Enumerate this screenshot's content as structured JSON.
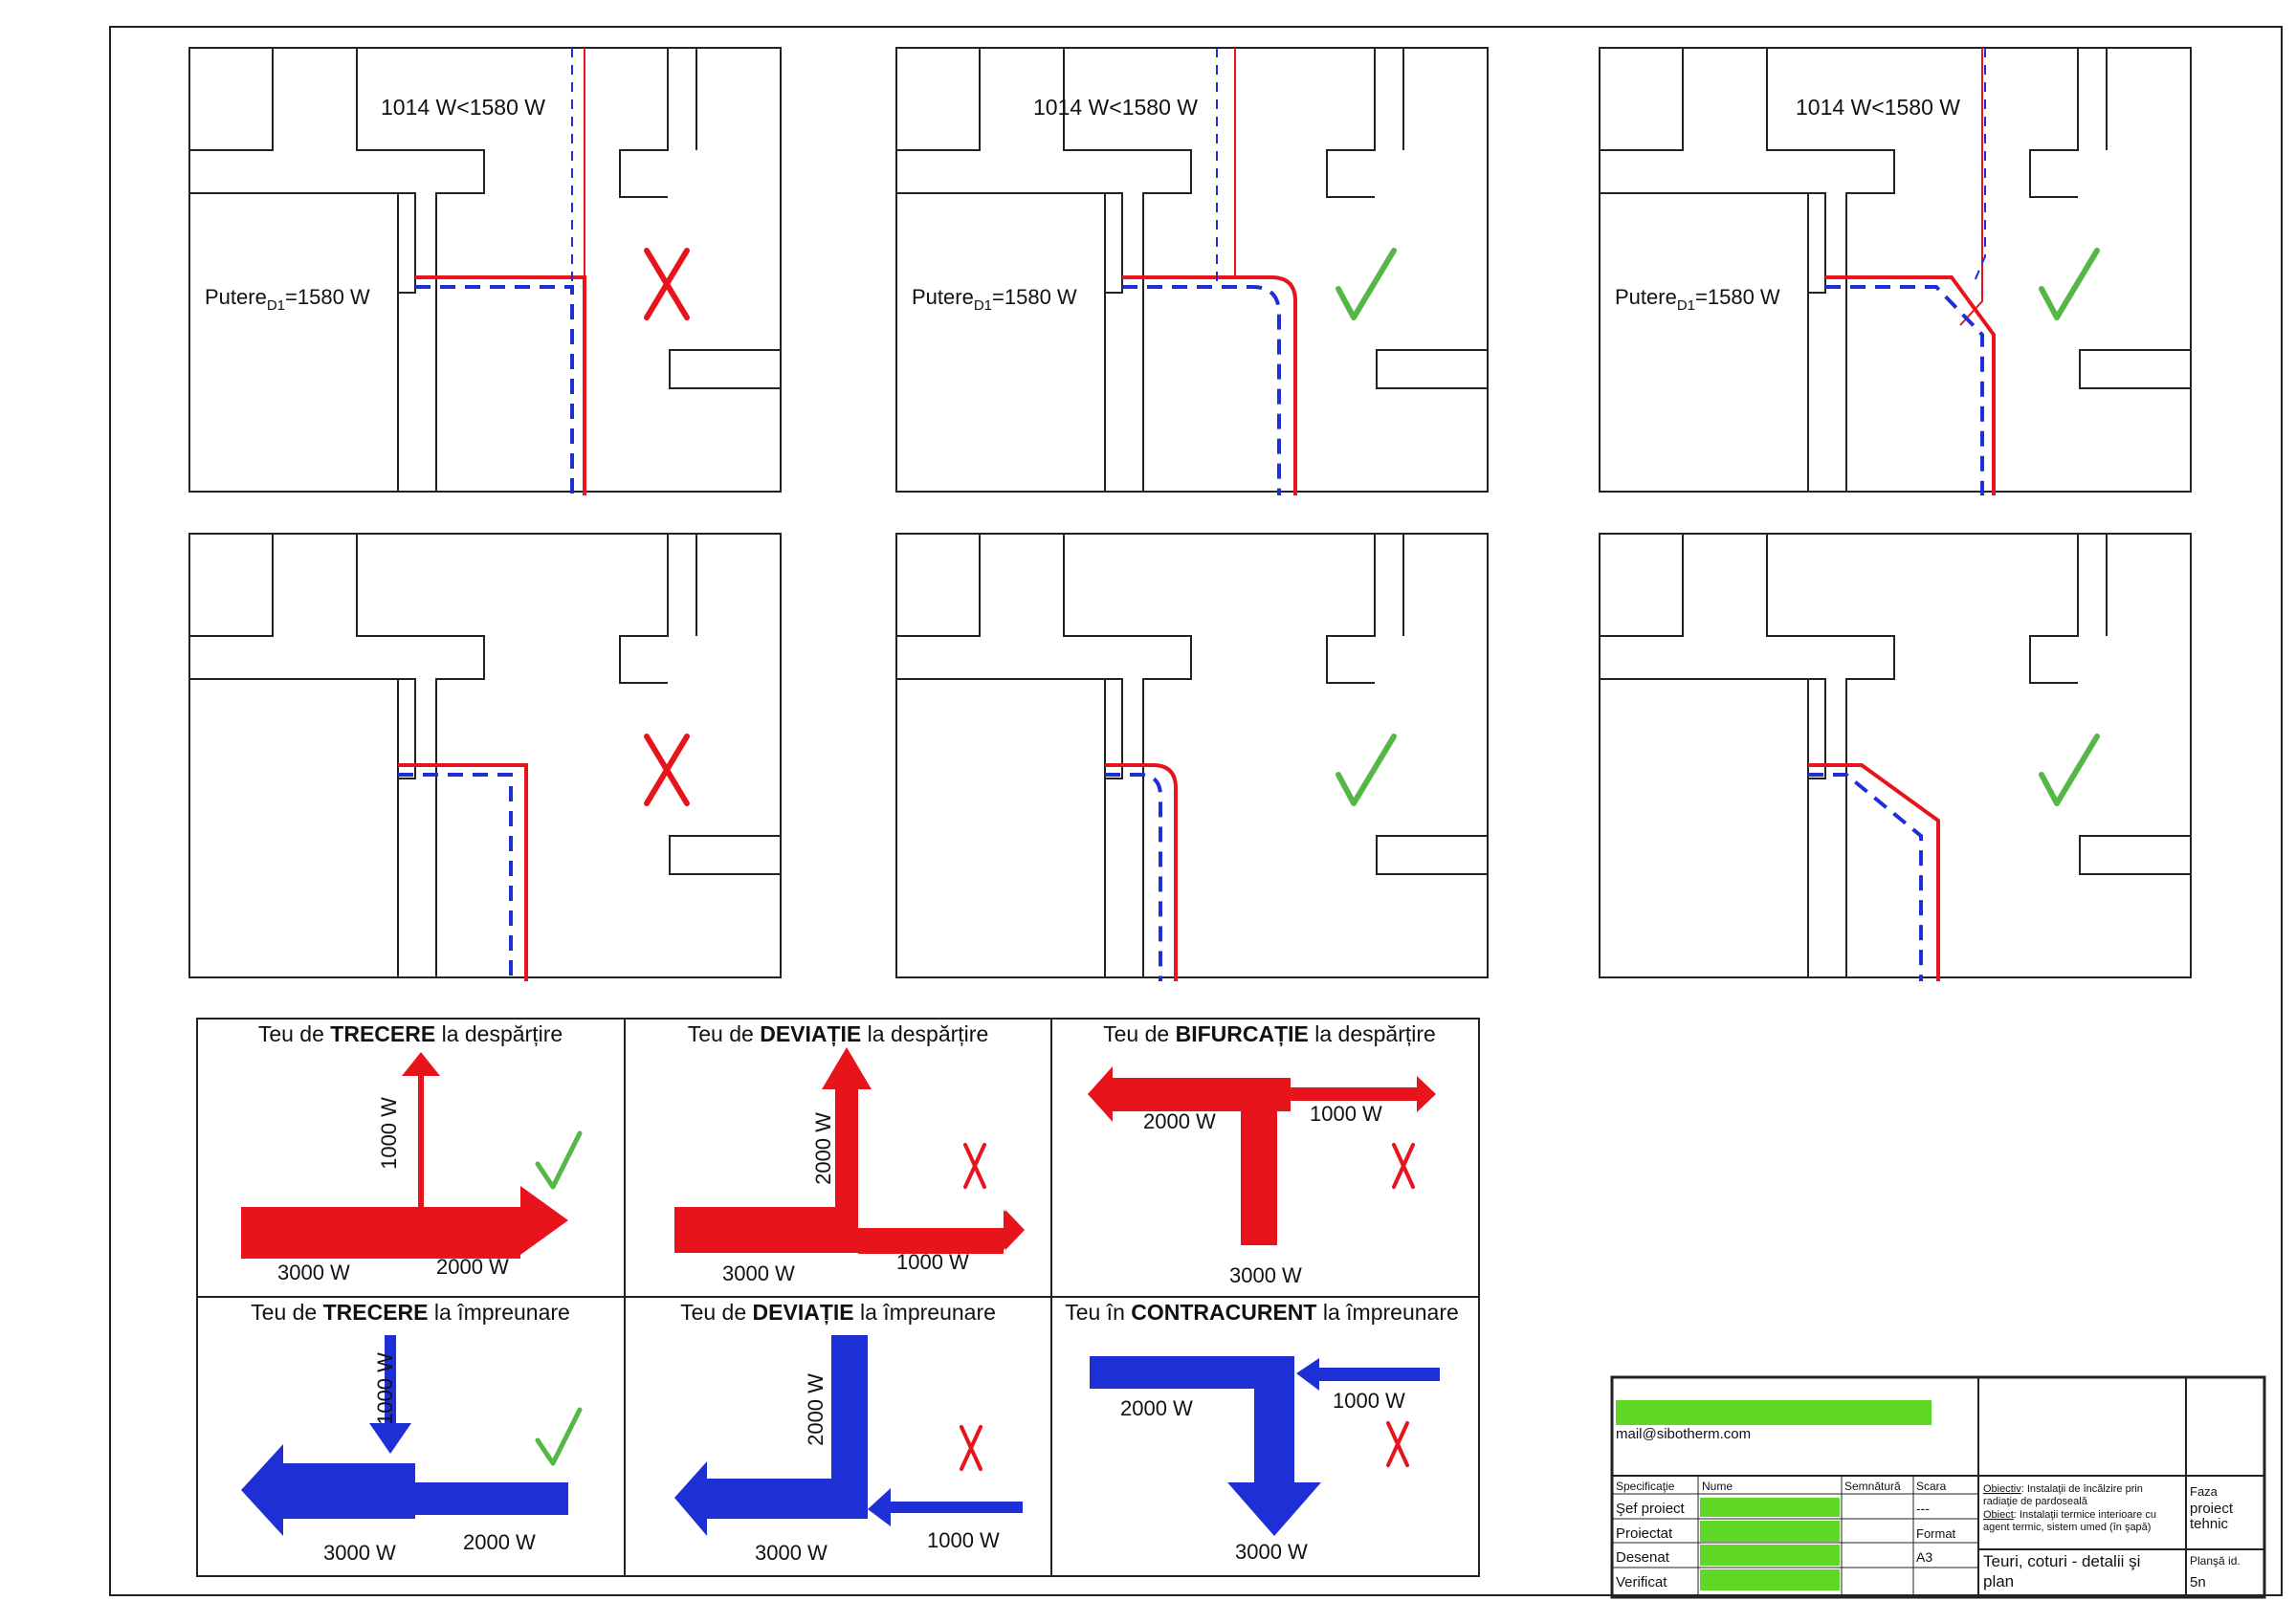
{
  "colors": {
    "supply": "#e8141b",
    "return": "#1f2fd6",
    "check": "#55b846",
    "cross": "#e8141b",
    "redacted": "#5fd825",
    "line": "#222222"
  },
  "plans": [
    {
      "power_label": "1014 W<1580 W",
      "putere_base": "Putere",
      "putere_sub": "D1",
      "putere_value": "=1580 W",
      "mark": "cross"
    },
    {
      "power_label": "1014 W<1580 W",
      "putere_base": "Putere",
      "putere_sub": "D1",
      "putere_value": "=1580 W",
      "mark": "check"
    },
    {
      "power_label": "1014 W<1580 W",
      "putere_base": "Putere",
      "putere_sub": "D1",
      "putere_value": "=1580 W",
      "mark": "check"
    },
    {
      "mark": "cross"
    },
    {
      "mark": "check"
    },
    {
      "mark": "check"
    }
  ],
  "tees": [
    {
      "title_pre": "Teu de ",
      "title_bold": "TRECERE",
      "title_post": " la despărțire",
      "labels": [
        "1000 W",
        "3000 W",
        "2000 W"
      ],
      "mark": "check"
    },
    {
      "title_pre": "Teu de ",
      "title_bold": "DEVIAȚIE",
      "title_post": " la despărțire",
      "labels": [
        "2000 W",
        "3000 W",
        "1000 W"
      ],
      "mark": "cross"
    },
    {
      "title_pre": "Teu de ",
      "title_bold": "BIFURCAȚIE",
      "title_post": " la despărțire",
      "labels": [
        "2000 W",
        "1000 W",
        "3000 W"
      ],
      "mark": "cross"
    },
    {
      "title_pre": "Teu de ",
      "title_bold": "TRECERE",
      "title_post": " la împreunare",
      "labels": [
        "1000 W",
        "3000 W",
        "2000 W"
      ],
      "mark": "check"
    },
    {
      "title_pre": "Teu de ",
      "title_bold": "DEVIAȚIE",
      "title_post": " la împreunare",
      "labels": [
        "2000 W",
        "3000 W",
        "1000 W"
      ],
      "mark": "cross"
    },
    {
      "title_pre": "Teu în ",
      "title_bold": "CONTRACURENT",
      "title_post": " la împreunare",
      "labels": [
        "2000 W",
        "1000 W",
        "3000 W"
      ],
      "mark": "cross"
    }
  ],
  "titleblock": {
    "email": "mail@sibotherm.com",
    "headers": {
      "spec": "Specificaţie",
      "name": "Nume",
      "sign": "Semnătură",
      "scale": "Scara"
    },
    "roles": [
      "Şef proiect",
      "Proiectat",
      "Desenat",
      "Verificat"
    ],
    "scale_value": "---",
    "format_label": "Format",
    "format_value": "A3",
    "objective_label": "Obiectiv",
    "objective_text": ": Instalaţii de încălzire prin",
    "objective_text2": "radiaţie de pardoseală",
    "object_label": "Obiect",
    "object_text": ": Instalaţii termice interioare cu",
    "object_text2": "agent termic, sistem umed (în şapă)",
    "phase_label": "Faza",
    "phase_value1": "proiect",
    "phase_value2": "tehnic",
    "drawing_title1": "Teuri, coturi - detalii şi",
    "drawing_title2": "plan",
    "sheet_label": "Planşă id.",
    "sheet_value": "5n"
  }
}
